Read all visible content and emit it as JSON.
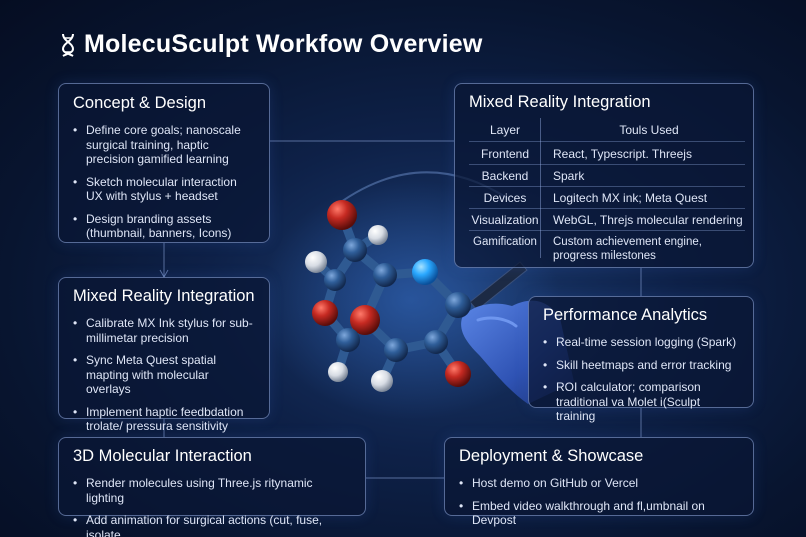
{
  "title": "MolecuSculpt Workfow Overview",
  "icons": {
    "title": "dna-icon"
  },
  "cards": {
    "concept": {
      "title": "Concept & Design",
      "items": [
        "Define core goals; nanoscale surgical training, haptic precision gamified learning",
        "Sketch molecular interaction UX with stylus + headset",
        "Design branding assets (thumbnail, banners,  Icons)"
      ]
    },
    "mr_left": {
      "title": "Mixed Reality Integration",
      "items": [
        "Calibrate MX Ink stylus for sub-millimetar precision",
        "Sync Meta Quest spatial mapting with molecular overlays",
        "Implement haptic feedbdation trolate/ pressura sensitivity"
      ]
    },
    "interaction_3d": {
      "title": "3D Molecular Interaction",
      "items": [
        "Render molecules using Three.js  ritynamic lighting",
        "Add animation for surgical actions (cut, fuse, isolate"
      ]
    },
    "perf": {
      "title": "Performance Analytics",
      "items": [
        "Real-time session logging (Spark)",
        "Skill heetmaps and error tracking",
        "ROI calculator; comparison traditional va Molet i(Sculpt training"
      ]
    },
    "deploy": {
      "title": "Deployment & Showcase",
      "items": [
        "Host demo on GitHub or Vercel",
        "Embed video walkthrough and fl,umbnail on Devpost"
      ]
    },
    "mr_right": {
      "title": "Mixed Reality Integration",
      "headers": [
        "Layer",
        "Touls Used"
      ],
      "rows": [
        [
          "Frontend",
          "React, Typescript. Threejs"
        ],
        [
          "Backend",
          "Spark"
        ],
        [
          "Devices",
          "Logitech MX ink; Meta Quest"
        ],
        [
          "Visualization",
          "WebGL, Threjs molecular rendering"
        ],
        [
          "Gamification",
          "Custom achievement engine, progress milestones"
        ]
      ]
    }
  },
  "colors": {
    "background": "#0a1a3c",
    "card_border": "#96afe6",
    "atom_blue": "#2f5e99",
    "atom_red": "#c62a22",
    "atom_white": "#e4e8ee",
    "atom_cyan": "#2aa8ff",
    "glove": "#3c63c8"
  }
}
